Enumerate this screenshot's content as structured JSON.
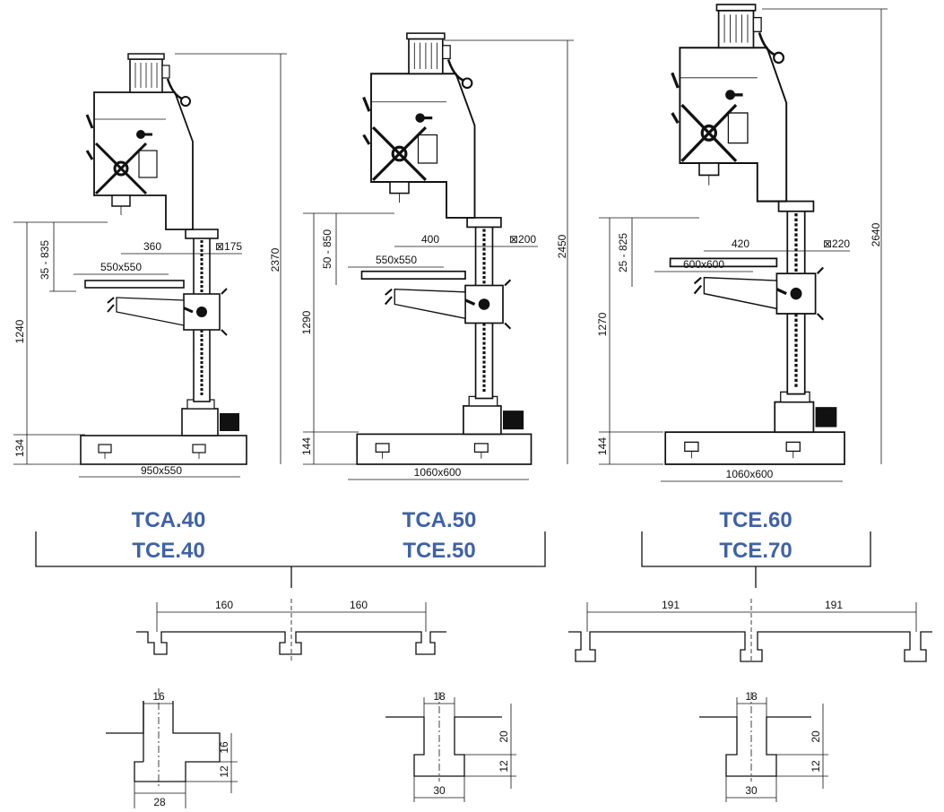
{
  "machines": [
    {
      "id": "m40",
      "models": [
        "TCA.40",
        "TCE.40"
      ],
      "total_height": "2370",
      "table_height": "1240",
      "base_height": "134",
      "adjust_range": "35 - 835",
      "table_size": "550x550",
      "reach": "360",
      "column_dia": "⊠175",
      "base_size": "950x550"
    },
    {
      "id": "m50",
      "models": [
        "TCA.50",
        "TCE.50"
      ],
      "total_height": "2450",
      "table_height": "1290",
      "base_height": "144",
      "adjust_range": "50 - 850",
      "table_size": "550x550",
      "reach": "400",
      "column_dia": "⊠200",
      "base_size": "1060x600"
    },
    {
      "id": "m60",
      "models": [
        "TCE.60",
        "TCE.70"
      ],
      "total_height": "2640",
      "table_height": "1270",
      "base_height": "144",
      "adjust_range": "25 - 825",
      "table_size": "600x600",
      "reach": "420",
      "column_dia": "⊠220",
      "base_size": "1060x600"
    }
  ],
  "slot_spacing_a": [
    "160",
    "160"
  ],
  "slot_spacing_b": [
    "191",
    "191"
  ],
  "slots": [
    {
      "top_w": "16",
      "depth_upper": "16",
      "depth_lower": "12",
      "bottom_w": "28"
    },
    {
      "top_w": "18",
      "depth_upper": "20",
      "depth_lower": "12",
      "bottom_w": "30"
    },
    {
      "top_w": "18",
      "depth_upper": "20",
      "depth_lower": "12",
      "bottom_w": "30"
    }
  ]
}
